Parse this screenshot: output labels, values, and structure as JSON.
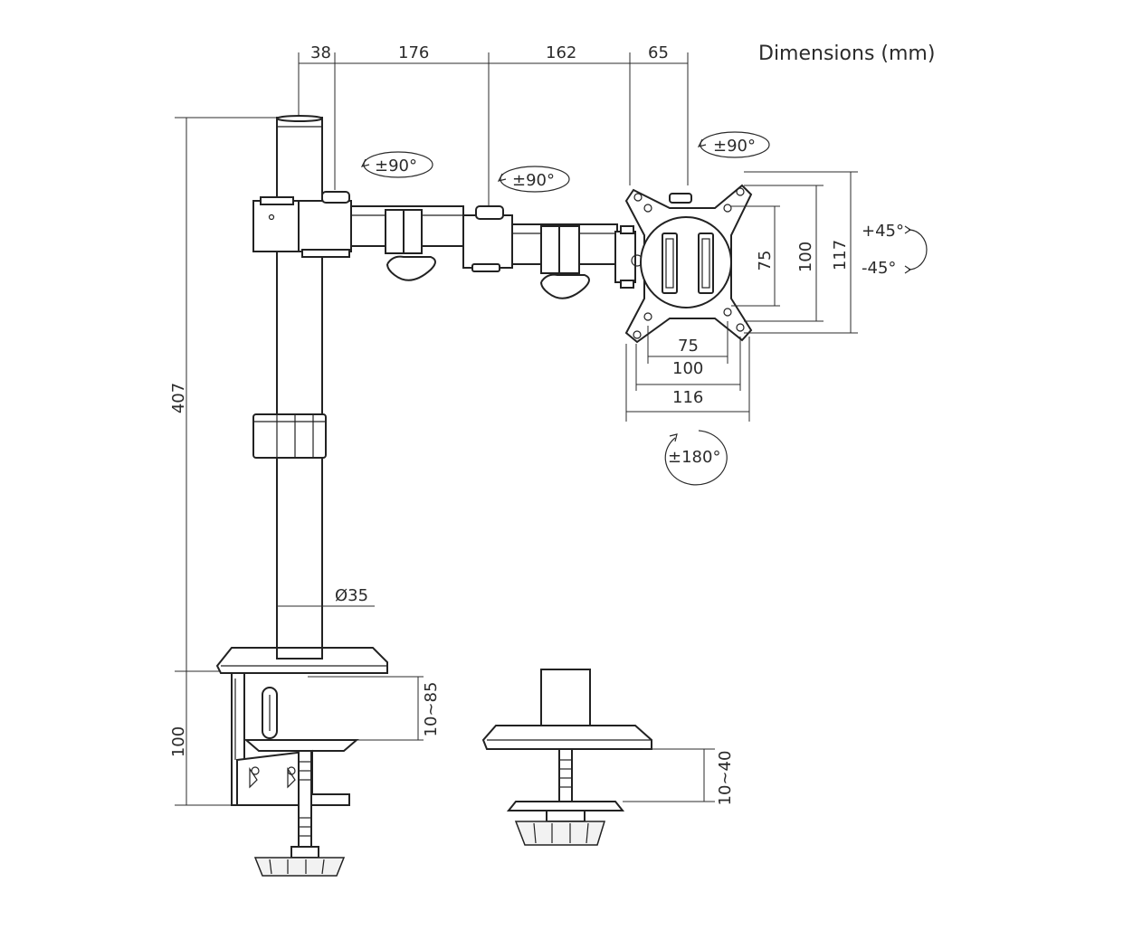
{
  "title": "Dimensions (mm)",
  "top_dims": {
    "d1": "38",
    "d2": "176",
    "d3": "162",
    "d4": "65"
  },
  "height_dims": {
    "total": "407",
    "clamp": "100"
  },
  "pole_diameter": "Ø35",
  "clamp_range": {
    "clamp": "10~85",
    "grommet": "10~40"
  },
  "rotations": {
    "arm1": "±90°",
    "arm2": "±90°",
    "head": "±90°",
    "rotate": "±180°",
    "tilt_up": "+45°",
    "tilt_down": "-45°"
  },
  "vesa": {
    "horizontal": [
      "75",
      "100",
      "116"
    ],
    "vertical": [
      "75",
      "100",
      "117"
    ]
  }
}
